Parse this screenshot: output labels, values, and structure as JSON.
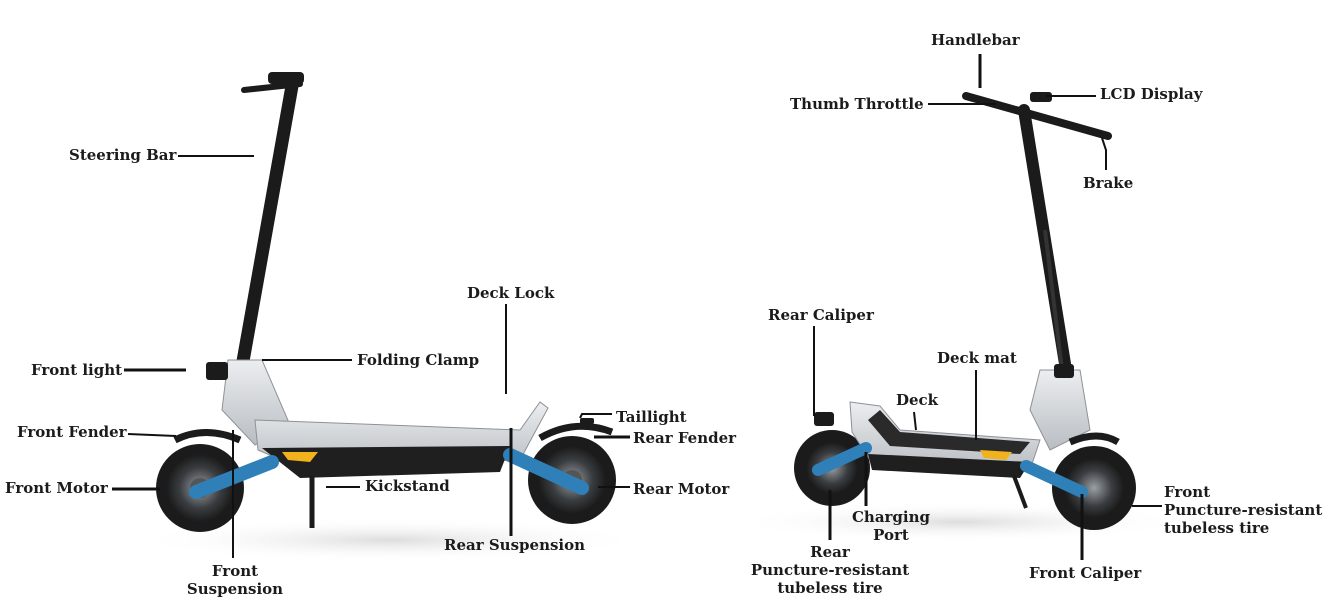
{
  "colors": {
    "frame_silver": "#c9ccd0",
    "frame_dark": "#1f1f1f",
    "accent_blue": "#2f7fb8",
    "accent_yellow": "#f2b21c",
    "leader_line": "#111111",
    "label_text": "#1b1b1b"
  },
  "left_scooter": {
    "labels": {
      "steering_bar": "Steering Bar",
      "front_light": "Front light",
      "front_fender": "Front Fender",
      "front_motor": "Front Motor",
      "front_suspension": [
        "Front",
        "Suspension"
      ],
      "folding_clamp": "Folding Clamp",
      "deck_lock": "Deck Lock",
      "kickstand": "Kickstand",
      "rear_suspension": "Rear Suspension",
      "taillight": "Taillight",
      "rear_fender": "Rear Fender",
      "rear_motor": "Rear Motor"
    }
  },
  "right_scooter": {
    "labels": {
      "handlebar": "Handlebar",
      "thumb_throttle": "Thumb Throttle",
      "lcd_display": "LCD Display",
      "brake": "Brake",
      "rear_caliper": "Rear Caliper",
      "deck_mat": "Deck mat",
      "deck": "Deck",
      "charging_port": [
        "Charging",
        "Port"
      ],
      "rear_tire": [
        "Rear",
        "Puncture-resistant",
        "tubeless tire"
      ],
      "front_caliper": "Front Caliper",
      "front_tire": [
        "Front",
        "Puncture-resistant",
        "tubeless tire"
      ]
    }
  }
}
